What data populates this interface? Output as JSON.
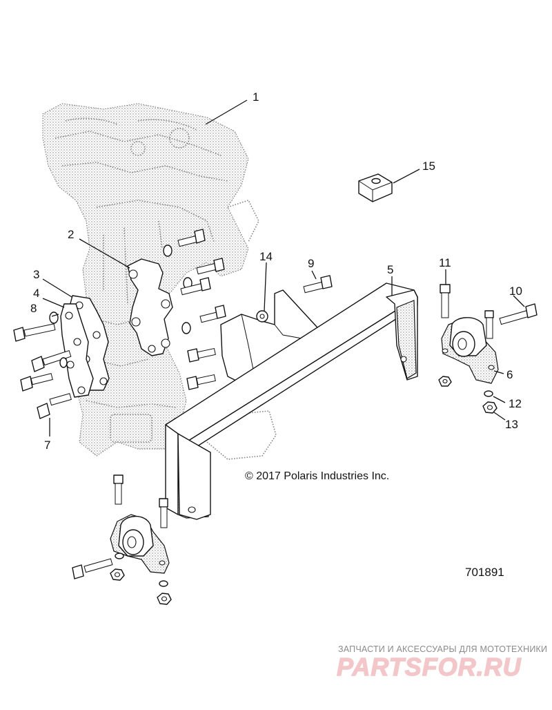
{
  "callouts": [
    {
      "id": "c1",
      "label": "1"
    },
    {
      "id": "c2",
      "label": "2"
    },
    {
      "id": "c3",
      "label": "3"
    },
    {
      "id": "c4",
      "label": "4"
    },
    {
      "id": "c5",
      "label": "5"
    },
    {
      "id": "c6",
      "label": "6"
    },
    {
      "id": "c7",
      "label": "7"
    },
    {
      "id": "c8",
      "label": "8"
    },
    {
      "id": "c9",
      "label": "9"
    },
    {
      "id": "c10",
      "label": "10"
    },
    {
      "id": "c11",
      "label": "11"
    },
    {
      "id": "c12",
      "label": "12"
    },
    {
      "id": "c13",
      "label": "13"
    },
    {
      "id": "c14",
      "label": "14"
    },
    {
      "id": "c15",
      "label": "15"
    }
  ],
  "copyright": "© 2017 Polaris Industries Inc.",
  "diagram_number": "701891",
  "watermark": {
    "tagline": "ЗАПЧАСТИ И АКСЕССУАРЫ ДЛЯ МОТОТЕХНИКИ",
    "logo_text": "PARTSFOR.RU"
  },
  "colors": {
    "line": "#111111",
    "ghost_engine": "#7d7d7d",
    "watermark_logo": "#f3c7c9",
    "watermark_text": "#8a8a8a"
  }
}
